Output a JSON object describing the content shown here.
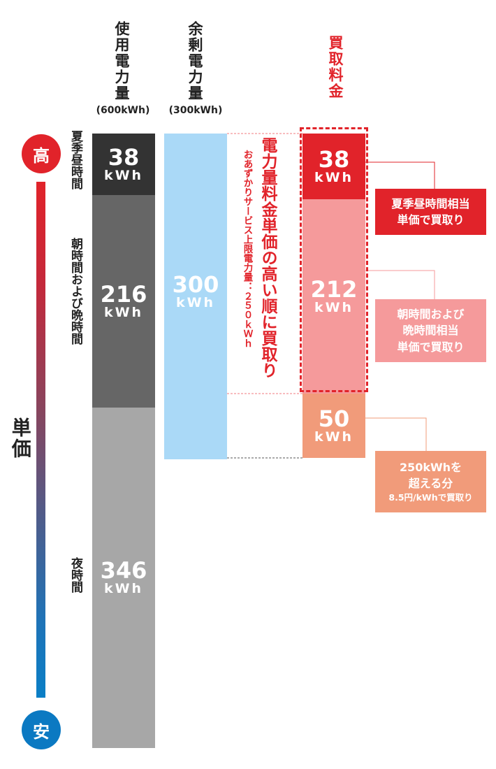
{
  "headers": {
    "usage": {
      "title": "使用電力量",
      "unit": "(600kWh)"
    },
    "surplus": {
      "title": "余剰電力量",
      "unit": "(300kWh)"
    },
    "purchase": {
      "title": "買取料金"
    }
  },
  "scale": {
    "high": "高",
    "low": "安",
    "label": "単価"
  },
  "periods": {
    "summer_day": "夏季昼時間",
    "morning_evening": "朝時間および晩時間",
    "night": "夜時間"
  },
  "usage_bar": [
    {
      "value": "38",
      "unit": "kWh",
      "color": "#333333"
    },
    {
      "value": "216",
      "unit": "kWh",
      "color": "#666666"
    },
    {
      "value": "346",
      "unit": "kWh",
      "color": "#a7a7a7"
    }
  ],
  "surplus_bar": {
    "value": "300",
    "unit": "kWh",
    "color": "#aad9f7"
  },
  "purchase_bar": [
    {
      "value": "38",
      "unit": "kWh",
      "color": "#e1232a"
    },
    {
      "value": "212",
      "unit": "kWh",
      "color": "#f59a9b"
    },
    {
      "value": "50",
      "unit": "kWh",
      "color": "#f19b7a"
    }
  ],
  "annotation": {
    "main": "電力量料金単価の高い順に買取り",
    "sub": "おあずかりサービス上限電力量：２５０ｋＷｈ"
  },
  "callouts": {
    "summer": {
      "line1": "夏季昼時間相当",
      "line2": "単価で買取り",
      "color": "#e1232a"
    },
    "morning_evening": {
      "line1": "朝時間および",
      "line2": "晩時間相当",
      "line3": "単価で買取り",
      "color": "#f59a9b"
    },
    "excess": {
      "line1": "250kWhを",
      "line2": "超える分",
      "line3": "8.5円/kWhで買取り",
      "color": "#f19b7a"
    }
  },
  "colors": {
    "red": "#e1232a",
    "blue": "#0b79c2",
    "dark_text": "#222222"
  }
}
